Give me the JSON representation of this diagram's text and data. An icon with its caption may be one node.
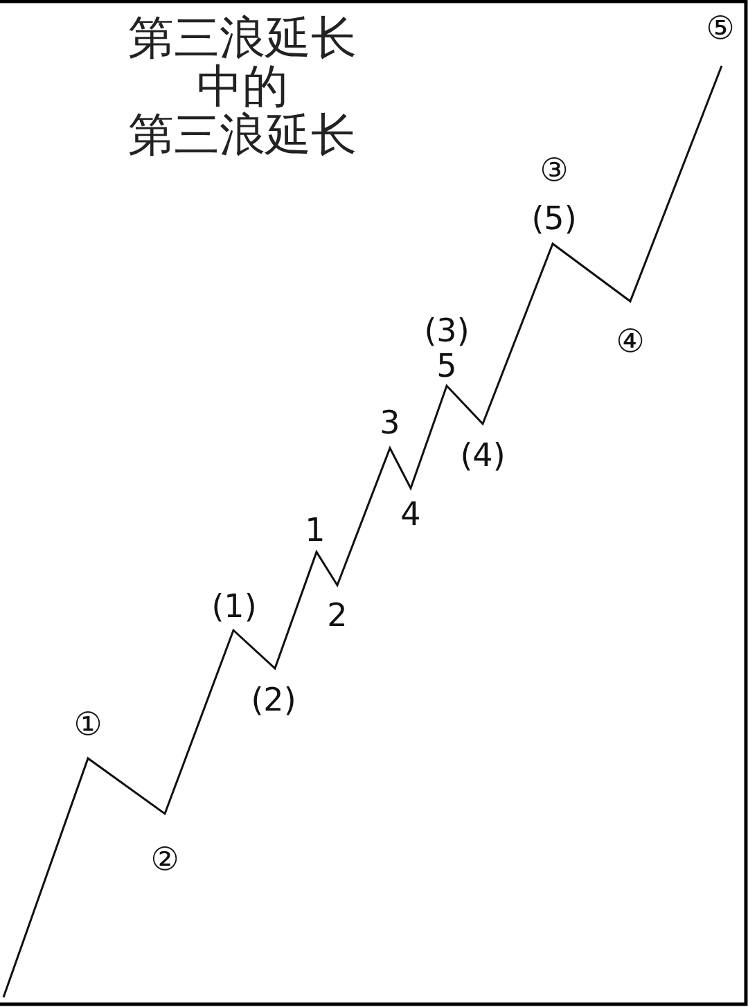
{
  "diagram": {
    "title": "第三浪延长中的第三浪延长",
    "labels": [
      "①",
      "②",
      "(1)",
      "(2)",
      "1",
      "2",
      "3",
      "4",
      "5",
      "(3)",
      "(4)",
      "(5)",
      "③",
      "④",
      "⑤"
    ]
  }
}
